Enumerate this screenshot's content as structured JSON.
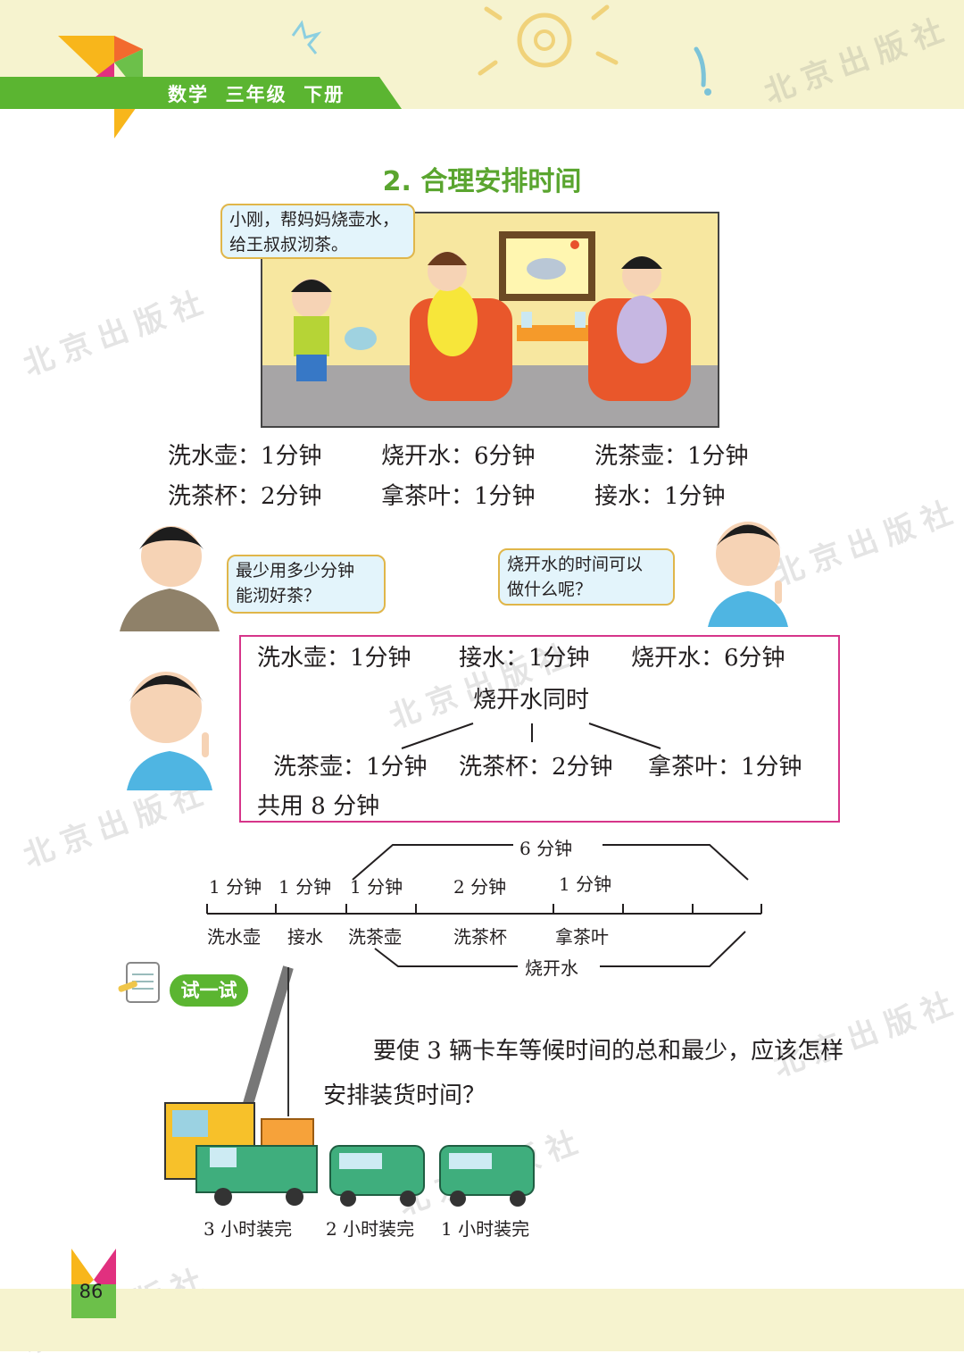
{
  "header": {
    "title": "数学  三年级  下册"
  },
  "watermark": "北京出版社",
  "lesson": {
    "title": "2. 合理安排时间"
  },
  "scene": {
    "speech": "小刚，帮妈妈烧壶水，\n给王叔叔沏茶。"
  },
  "tasks": [
    [
      "洗水壶：1分钟",
      "烧开水：6分钟",
      "洗茶壶：1分钟"
    ],
    [
      "洗茶杯：2分钟",
      "拿茶叶：1分钟",
      "接水：1分钟"
    ]
  ],
  "dialog": {
    "question": "最少用多少分钟\n能沏好茶？",
    "boy_thought": "烧开水的时间可以\n做什么呢？"
  },
  "plan": {
    "line1": [
      "洗水壶：1分钟",
      "接水：1分钟",
      "烧开水：6分钟"
    ],
    "parallel_label": "烧开水同时",
    "line3": [
      "洗茶壶：1分钟",
      "洗茶杯：2分钟",
      "拿茶叶：1分钟"
    ],
    "total": "共用 8 分钟"
  },
  "timeline": {
    "top_label": "6 分钟",
    "durations": [
      "1 分钟",
      "1 分钟",
      "1 分钟",
      "2 分钟",
      "1 分钟"
    ],
    "tasks": [
      "洗水壶",
      "接水",
      "洗茶壶",
      "洗茶杯",
      "拿茶叶"
    ],
    "bottom_label": "烧开水"
  },
  "try_it": {
    "badge": "试一试",
    "problem": "要使 3 辆卡车等候时间的总和最少，应该怎样安排装货时间？",
    "trucks": [
      "3 小时装完",
      "2 小时装完",
      "1 小时装完"
    ]
  },
  "page_number": "86",
  "colors": {
    "green": "#5bb531",
    "band": "#f6f3cf",
    "magenta": "#d6358a",
    "truck": "#3fae7d"
  }
}
